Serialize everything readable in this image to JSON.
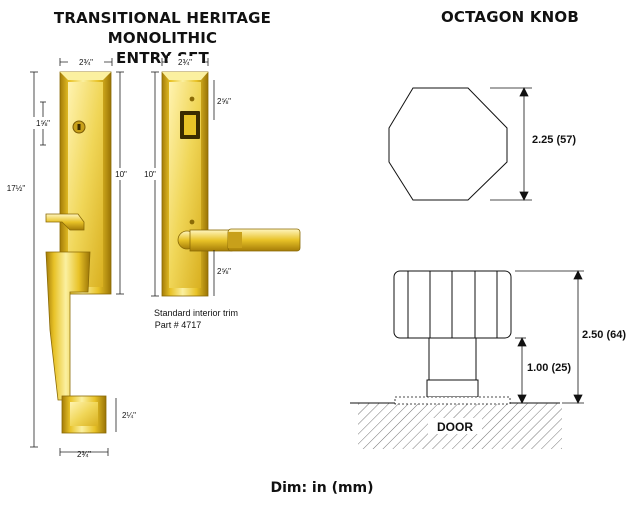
{
  "product_title_line1": "TRANSITIONAL HERITAGE MONOLITHIC",
  "product_title_line2": "ENTRY SET",
  "knob_title": "OCTAGON KNOB",
  "footer_units": "Dim: in (mm)",
  "entry_set_dims": {
    "overall_height": "17½\"",
    "plate_height_front": "10\"",
    "plate_height_interior": "10\"",
    "top_width_front": "2¾\"",
    "top_width_interior": "2¾\"",
    "bottom_width": "2¾\"",
    "deadbolt_offset": "1⅝\"",
    "interior_top_offset": "2⅝\"",
    "interior_bottom_offset": "2⅝\"",
    "grip_base_height": "2¼\""
  },
  "interior_trim_caption": "Standard interior trim",
  "interior_trim_part": "Part # 4717",
  "knob_dims": {
    "face_width": "2.25 (57)",
    "overall_height": "2.50 (64)",
    "stem_height": "1.00 (25)"
  },
  "door_label": "DOOR",
  "colors": {
    "brass_light": "#fbf0a0",
    "brass_mid": "#e8c227",
    "brass_dark": "#a47c08",
    "dim_line": "#222222"
  }
}
